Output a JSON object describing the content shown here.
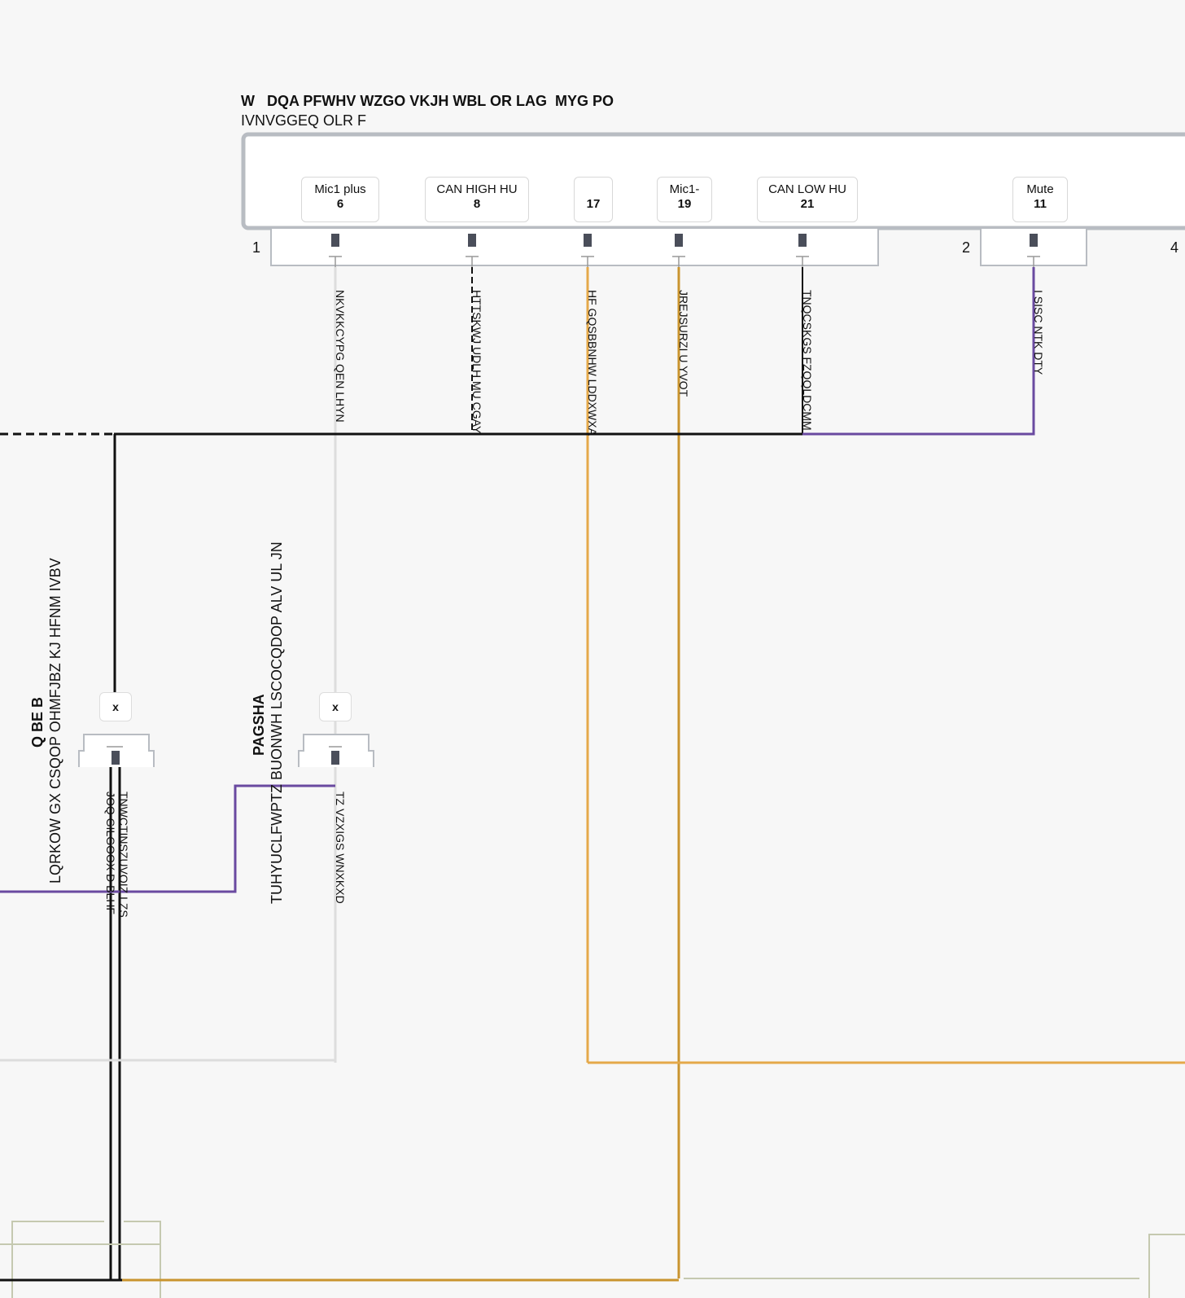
{
  "header": {
    "title": "W   DQA PFWHV WZGO VKJH WBL OR LAG  MYG PO",
    "subtitle": "IVNVGGEQ OLR F"
  },
  "pins": [
    {
      "label": "Mic1 plus",
      "number": "6"
    },
    {
      "label": "CAN HIGH HU",
      "number": "8"
    },
    {
      "label": "",
      "number": "17"
    },
    {
      "label": "Mic1-",
      "number": "19"
    },
    {
      "label": "CAN LOW HU",
      "number": "21"
    },
    {
      "label": "Mute",
      "number": "11"
    }
  ],
  "connector_numbers": [
    "1",
    "2",
    "4"
  ],
  "wire_labels": [
    "NKVKKCYPG QEN LHYN",
    "HTTSKWJ UDLH MU CGAY",
    "HF GQSBBNHW LDDXWXA",
    "JREJSURZI  U YVOT",
    "TNQCSKGS FZQQLDCMM",
    "I SISC NTK DTY"
  ],
  "left_component": {
    "name": "Q BE B",
    "line1": "LQRKOW  GX CSQOP OHMFJBZ KJ HFNM IVBV",
    "wire": "JOQ GILGOOX  D BLHF",
    "wire2": "TNWCTINSZUVOIZ LZS",
    "splice": "x"
  },
  "mid_component": {
    "name": "PAGSHA",
    "line1": "TUHYUCLFWPTZ BUONWH LSCOCQDOP ALV UL JN",
    "wire": "TZ VZXIGS WNXKXD",
    "splice": "x"
  },
  "colors": {
    "black": "#111111",
    "white_wire": "#dddddd",
    "orange": "#e5a94a",
    "dark_orange": "#c9942f",
    "purple": "#6a4aa0",
    "connector_gray": "#b8bcc2",
    "ground_green": "#c5c9b0",
    "terminal": "#4a4e5a"
  }
}
